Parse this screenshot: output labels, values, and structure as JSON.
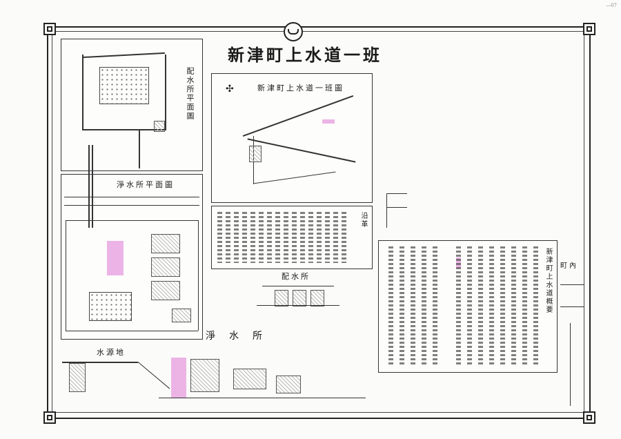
{
  "document": {
    "title": "新津町上水道一班",
    "emblem_icon": "municipal-emblem-icon",
    "page_mark": "—07"
  },
  "panels": {
    "distribution_plan": {
      "label": "配水所平面圖"
    },
    "overview_map": {
      "label": "新津町上水道一班圖"
    },
    "purification_plan": {
      "label": "淨水所平面圖"
    },
    "distribution_section": {
      "label": "配水所"
    },
    "purification_section": {
      "label": "淨水所"
    },
    "intake_section": {
      "label": "水源地"
    },
    "history": {
      "label": "新津町上水道沿革"
    },
    "summary": {
      "label": "新津町上水道概要"
    },
    "right_map": {
      "label": "町內"
    }
  }
}
